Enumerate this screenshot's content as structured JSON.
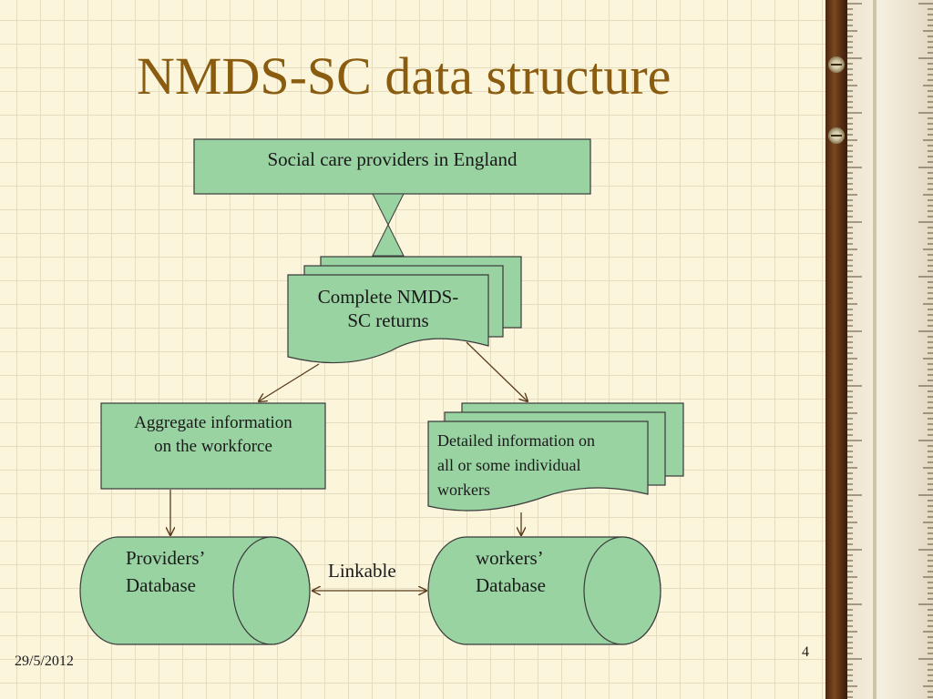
{
  "slide": {
    "title": "NMDS-SC data structure",
    "date": "29/5/2012",
    "page_number": "4"
  },
  "diagram": {
    "top_box": "Social care providers in England",
    "returns_doc": [
      "Complete NMDS-",
      "SC returns"
    ],
    "aggregate_box": [
      "Aggregate information",
      "on  the workforce"
    ],
    "detailed_doc": [
      "Detailed information on",
      "all or some individual",
      "workers"
    ],
    "providers_db": [
      "Providers’",
      "Database"
    ],
    "workers_db": [
      "workers’",
      "Database"
    ],
    "link_label": "Linkable"
  },
  "colors": {
    "title": "#8a5c10",
    "shape_fill": "#99d3a2",
    "shape_stroke": "#3a3a3a",
    "arrow": "#5a3a1a"
  }
}
